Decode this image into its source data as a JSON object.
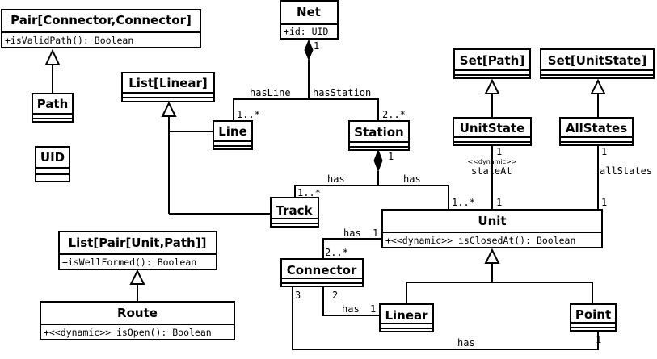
{
  "classes": {
    "pair": {
      "name": "Pair[Connector,Connector]",
      "member": "+isValidPath(): Boolean"
    },
    "net": {
      "name": "Net",
      "member": "+id: UID"
    },
    "path": {
      "name": "Path"
    },
    "uid": {
      "name": "UID"
    },
    "list_linear": {
      "name": "List[Linear]"
    },
    "line": {
      "name": "Line"
    },
    "station": {
      "name": "Station"
    },
    "set_path": {
      "name": "Set[Path]"
    },
    "set_unitstate": {
      "name": "Set[UnitState]"
    },
    "unitstate": {
      "name": "UnitState"
    },
    "allstates": {
      "name": "AllStates"
    },
    "track": {
      "name": "Track"
    },
    "unit": {
      "name": "Unit",
      "member": "+<<dynamic>> isClosedAt(): Boolean"
    },
    "list_pair": {
      "name": "List[Pair[Unit,Path]]",
      "member": "+isWellFormed(): Boolean"
    },
    "connector": {
      "name": "Connector"
    },
    "route": {
      "name": "Route",
      "member": "+<<dynamic>> isOpen(): Boolean"
    },
    "linear": {
      "name": "Linear"
    },
    "point": {
      "name": "Point"
    }
  },
  "labels": {
    "has_line": "hasLine",
    "has_station": "hasStation",
    "net_mult": "1",
    "line_mult": "1..*",
    "station_mult": "2..*",
    "station_one": "1",
    "has_left": "has",
    "has_right": "has",
    "track_mult": "1..*",
    "unit_mult_left": "1..*",
    "dynamic_stereotype": "<<dynamic>>",
    "state_at": "stateAt",
    "unitstate_mult": "1",
    "unit_state_mult": "1",
    "all_states": "allStates",
    "allstates_mult": "1",
    "unit_all_mult": "1",
    "has_conn": "has",
    "conn_unit_mult": "1",
    "unit_conn_mult": "2..*",
    "conn_3": "3",
    "conn_2": "2",
    "has_linear": "has",
    "linear_mult": "1",
    "has_point": "has",
    "point_mult": "1"
  }
}
